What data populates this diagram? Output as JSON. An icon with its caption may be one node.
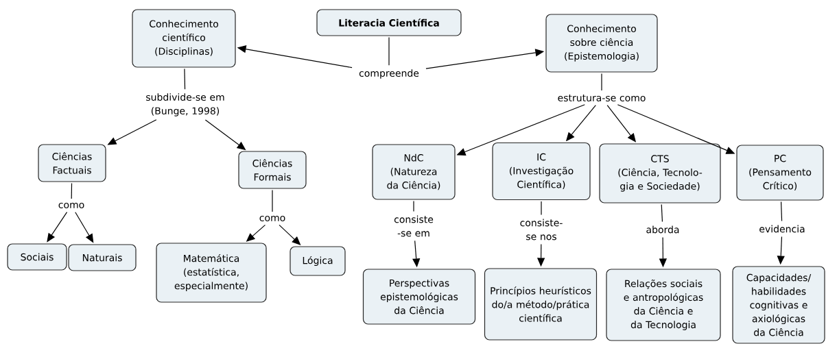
{
  "diagram": {
    "nodes": [
      {
        "text": [
          "Literacia Científica"
        ]
      },
      {
        "text": [
          "Conhecimento científico (Disciplinas)"
        ]
      },
      {
        "text": [
          "compreende"
        ]
      },
      {
        "text": [
          "Conhecimento sobre ciência (Epistemologia)"
        ]
      },
      {
        "text": [
          "subdivide-se em (Bunge, 1998)"
        ]
      },
      {
        "text": [
          "estrutura-se como"
        ]
      },
      {
        "text": [
          "Ciências Factuais"
        ]
      },
      {
        "text": [
          "Ciências Formais"
        ]
      },
      {
        "text": [
          "NdC",
          "(Natureza da Ciência)"
        ]
      },
      {
        "text": [
          "IC",
          "(Investigação Científica)"
        ]
      },
      {
        "text": [
          "CTS",
          "(Ciência, Tecnolo-gia e Sociedade)"
        ]
      },
      {
        "text": [
          "PC",
          "(Pensamento Crítico)"
        ]
      },
      {
        "text": [
          "como"
        ]
      },
      {
        "text": [
          "como"
        ]
      },
      {
        "text": [
          "consiste -se em"
        ]
      },
      {
        "text": [
          "consiste-se nos"
        ]
      },
      {
        "text": [
          "aborda"
        ]
      },
      {
        "text": [
          "evidencia"
        ]
      },
      {
        "text": [
          "Sociais"
        ]
      },
      {
        "text": [
          "Naturais"
        ]
      },
      {
        "text": [
          "Matemática (estatística, especialmente)"
        ]
      },
      {
        "text": [
          "Lógica"
        ]
      },
      {
        "text": [
          "Perspectivas epistemológicas da Ciência"
        ]
      },
      {
        "text": [
          "Princípios heurísticos do/a método/prática científica"
        ]
      },
      {
        "text": [
          "Relações sociais e antropológicas da Ciência e da Tecnologia"
        ]
      },
      {
        "text": [
          "Capacidades/ habilidades cognitivas e axiológicas da Ciência"
        ]
      }
    ],
    "edges": [
      {
        "from": 0,
        "to": 2,
        "arrow": "none"
      },
      {
        "from": 2,
        "to": 1,
        "arrow": "to"
      },
      {
        "from": 2,
        "to": 3,
        "arrow": "to"
      },
      {
        "from": 1,
        "to": 4,
        "arrow": "none"
      },
      {
        "from": 4,
        "to": 6,
        "arrow": "to"
      },
      {
        "from": 4,
        "to": 7,
        "arrow": "to"
      },
      {
        "from": 3,
        "to": 5,
        "arrow": "none"
      },
      {
        "from": 5,
        "to": 8,
        "arrow": "to"
      },
      {
        "from": 5,
        "to": 9,
        "arrow": "to"
      },
      {
        "from": 5,
        "to": 10,
        "arrow": "to"
      },
      {
        "from": 5,
        "to": 11,
        "arrow": "to"
      },
      {
        "from": 6,
        "to": 12,
        "arrow": "none"
      },
      {
        "from": 12,
        "to": 18,
        "arrow": "to"
      },
      {
        "from": 12,
        "to": 19,
        "arrow": "to"
      },
      {
        "from": 7,
        "to": 13,
        "arrow": "none"
      },
      {
        "from": 13,
        "to": 20,
        "arrow": "to"
      },
      {
        "from": 13,
        "to": 21,
        "arrow": "to"
      },
      {
        "from": 8,
        "to": 14,
        "arrow": "none"
      },
      {
        "from": 14,
        "to": 22,
        "arrow": "to"
      },
      {
        "from": 9,
        "to": 15,
        "arrow": "none"
      },
      {
        "from": 15,
        "to": 23,
        "arrow": "to"
      },
      {
        "from": 10,
        "to": 16,
        "arrow": "none"
      },
      {
        "from": 16,
        "to": 24,
        "arrow": "to"
      },
      {
        "from": 11,
        "to": 17,
        "arrow": "none"
      },
      {
        "from": 17,
        "to": 25,
        "arrow": "to"
      }
    ]
  }
}
